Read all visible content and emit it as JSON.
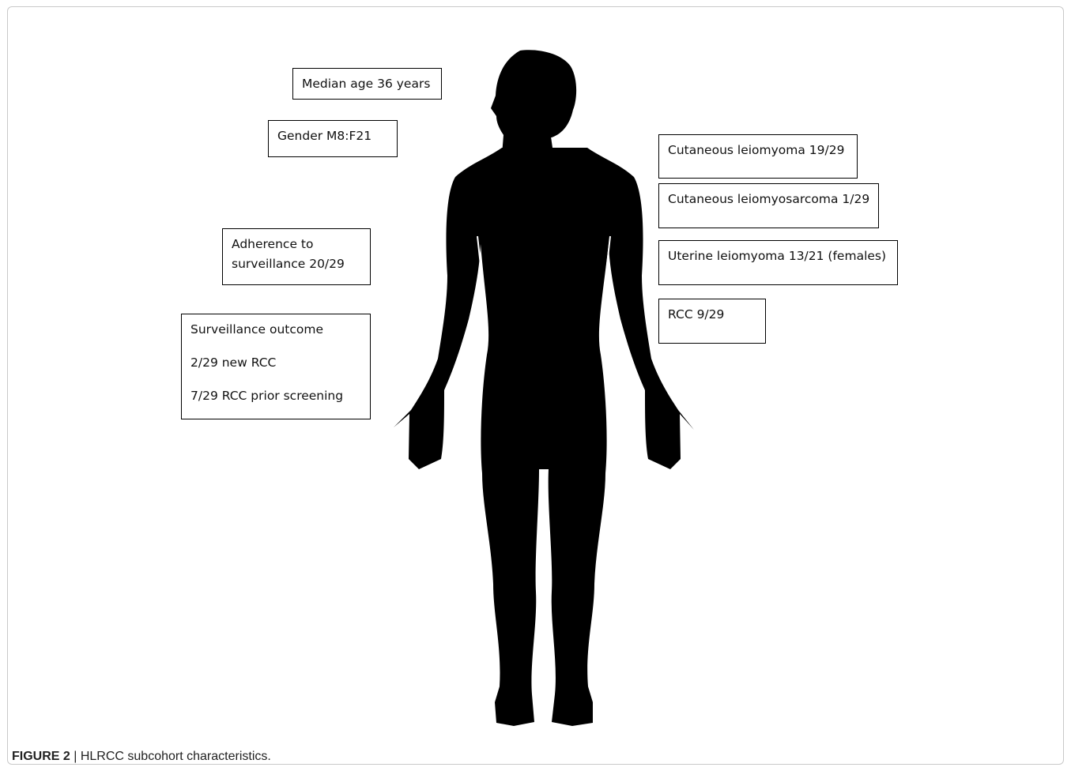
{
  "annotations": {
    "median_age": "Median age 36 years",
    "gender": "Gender M8:F21",
    "adherence": [
      "Adherence to",
      "surveillance 20/29"
    ],
    "surveillance": [
      "Surveillance outcome",
      "2/29 new RCC",
      "7/29 RCC prior screening"
    ],
    "cutaneous_leiomyoma": "Cutaneous leiomyoma 19/29",
    "cutaneous_leiomyosarcoma": "Cutaneous leiomyosarcoma 1/29",
    "uterine_leiomyoma": "Uterine leiomyoma 13/21 (females)",
    "rcc": "RCC 9/29"
  },
  "caption": {
    "label": "FIGURE 2",
    "separator": " | ",
    "text": "HLRCC subcohort characteristics."
  },
  "colors": {
    "silhouette": "#000000",
    "frame": "#c9c9c9"
  }
}
